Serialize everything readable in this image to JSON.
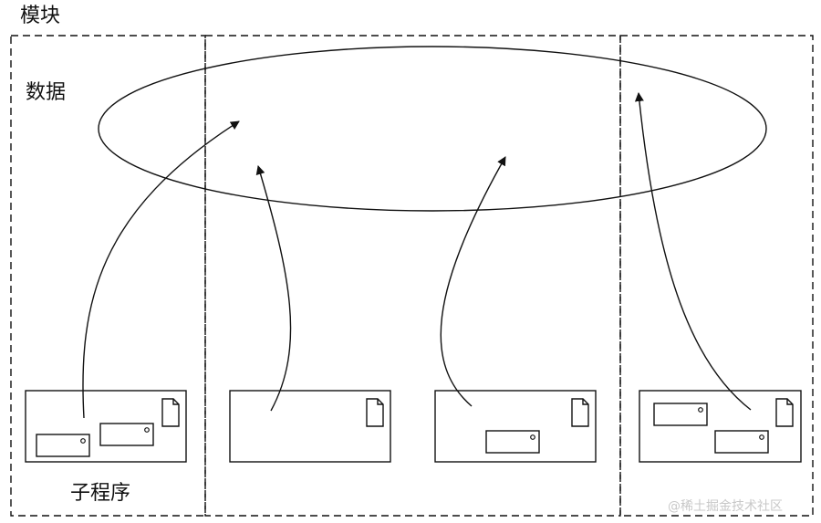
{
  "labels": {
    "module": "模块",
    "data": "数据",
    "subroutine": "子程序",
    "watermark": "@稀土掘金技术社区"
  },
  "colors": {
    "stroke": "#111111",
    "background": "#ffffff",
    "watermark": "#c8c8c8"
  },
  "icons": {
    "document": "document-icon"
  }
}
